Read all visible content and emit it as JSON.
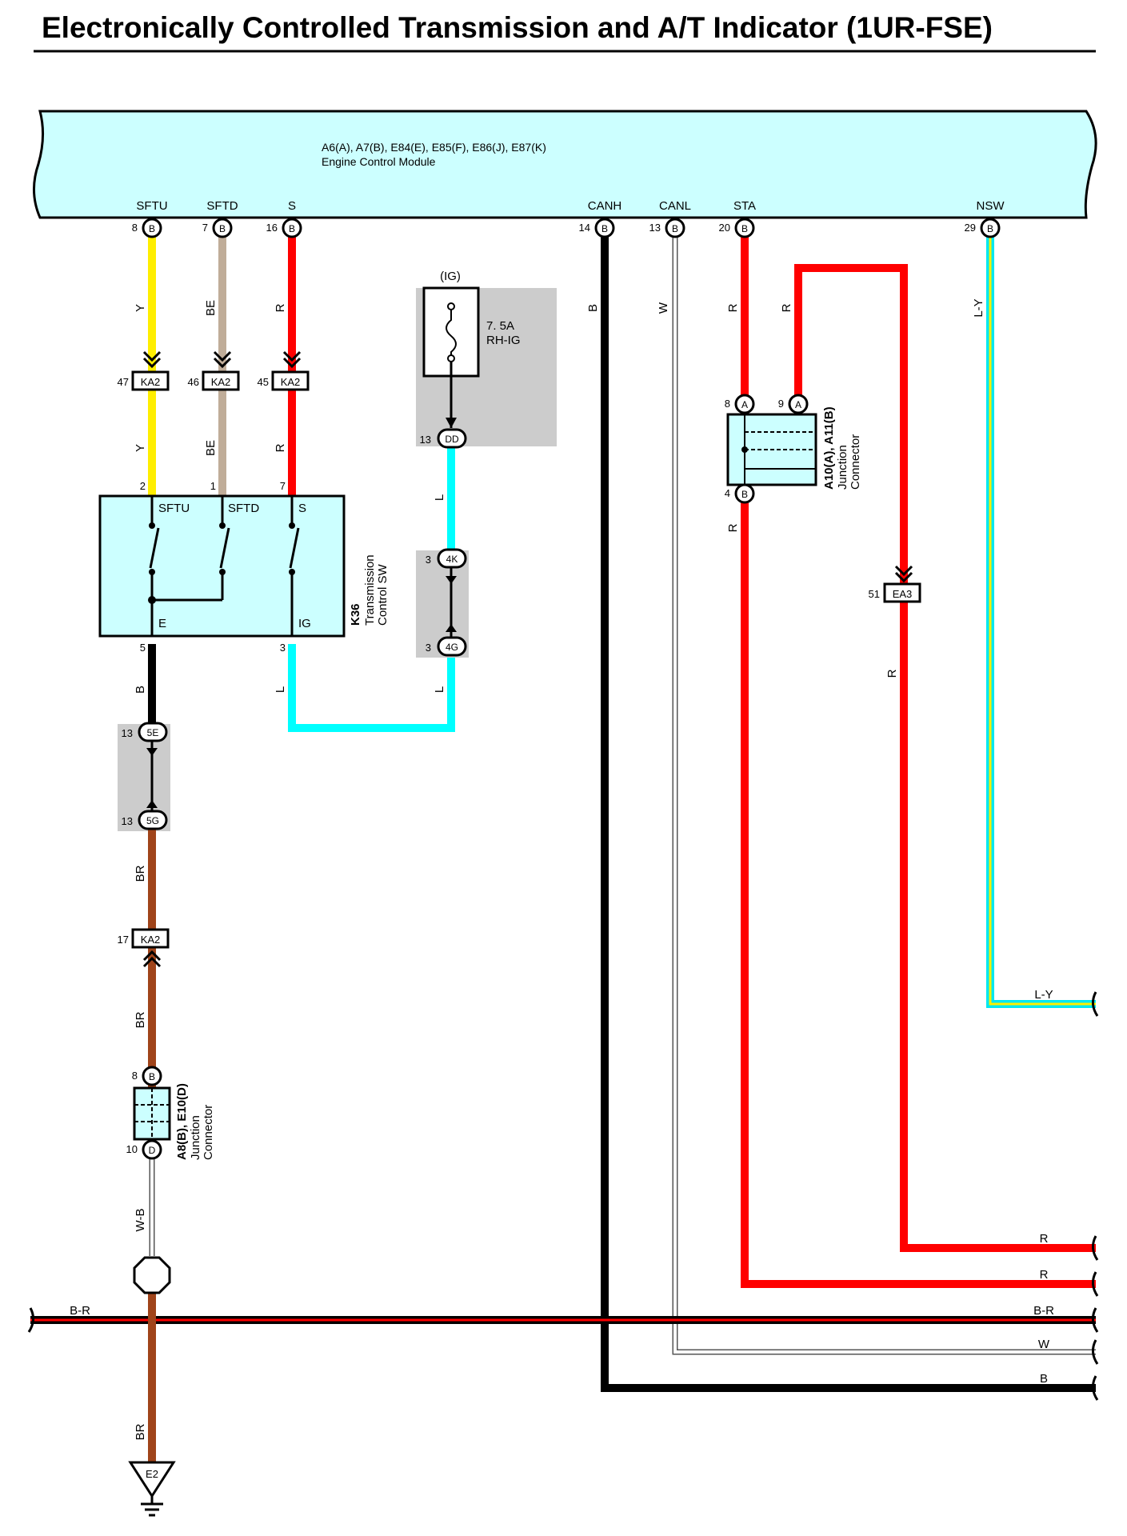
{
  "title": "Electronically Controlled Transmission and A/T Indicator (1UR-FSE)",
  "ecm": {
    "connectors": "A6(A), A7(B), E84(E), E85(F), E86(J), E87(K)",
    "name": "Engine Control Module",
    "pins": [
      {
        "name": "SFTU",
        "num": "8",
        "conn": "B"
      },
      {
        "name": "SFTD",
        "num": "7",
        "conn": "B"
      },
      {
        "name": "S",
        "num": "16",
        "conn": "B"
      },
      {
        "name": "CANH",
        "num": "14",
        "conn": "B"
      },
      {
        "name": "CANL",
        "num": "13",
        "conn": "B"
      },
      {
        "name": "STA",
        "num": "20",
        "conn": "B"
      },
      {
        "name": "NSW",
        "num": "29",
        "conn": "B"
      }
    ]
  },
  "fuse": {
    "source": "(IG)",
    "rating": "7. 5A",
    "name": "RH-IG",
    "pin_num": "13",
    "pin_conn": "DD"
  },
  "connectors_ka2": [
    {
      "num": "47",
      "label": "KA2"
    },
    {
      "num": "46",
      "label": "KA2"
    },
    {
      "num": "45",
      "label": "KA2"
    },
    {
      "num": "17",
      "label": "KA2"
    }
  ],
  "connector_ea3": {
    "num": "51",
    "label": "EA3"
  },
  "splice_4": {
    "top_num": "3",
    "top": "4K",
    "bot_num": "3",
    "bot": "4G"
  },
  "splice_5": {
    "top_num": "13",
    "top": "5E",
    "bot_num": "13",
    "bot": "5G"
  },
  "k36": {
    "id": "K36",
    "name_line1": "Transmission",
    "name_line2": "Control SW",
    "pins_top": [
      {
        "num": "2",
        "name": "SFTU"
      },
      {
        "num": "1",
        "name": "SFTD"
      },
      {
        "num": "7",
        "name": "S"
      }
    ],
    "pins_bottom": [
      {
        "num": "5",
        "name": "E"
      },
      {
        "num": "3",
        "name": "IG"
      }
    ]
  },
  "junction_a10": {
    "id": "A10(A), A11(B)",
    "line1": "Junction",
    "line2": "Connector",
    "pins": [
      {
        "num": "8",
        "conn": "A"
      },
      {
        "num": "9",
        "conn": "A"
      },
      {
        "num": "4",
        "conn": "B"
      }
    ]
  },
  "junction_a8": {
    "id": "A8(B), E10(D)",
    "line1": "Junction",
    "line2": "Connector",
    "pins": [
      {
        "num": "8",
        "conn": "B"
      },
      {
        "num": "10",
        "conn": "D"
      }
    ]
  },
  "ground": {
    "label": "E2"
  },
  "wires": {
    "y": "Y",
    "be": "BE",
    "r": "R",
    "b": "B",
    "w": "W",
    "ly": "L-Y",
    "l": "L",
    "br": "BR",
    "wb": "W-B",
    "br_bus": "B-R"
  },
  "colors": {
    "ecm_fill": "#ccffff",
    "yellow": "#ffee00",
    "beige": "#c0ad99",
    "red": "#ff0000",
    "black": "#000000",
    "cyan": "#00ffff",
    "brown": "#a0441a",
    "grey_box": "#cccccc",
    "white_wire": "#ffffff"
  }
}
